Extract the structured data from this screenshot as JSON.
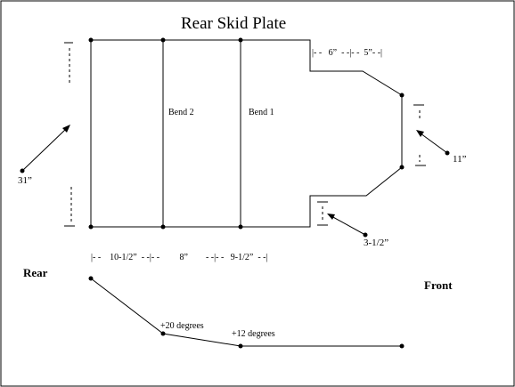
{
  "title": "Rear Skid Plate",
  "bend_labels": {
    "bend2": "Bend 2",
    "bend1": "Bend 1"
  },
  "dimensions": {
    "left_height": "31”",
    "front_height": "11”",
    "notch_height": "3-1/2”",
    "top_widths": "|- -   6”  - -|- -  5”- -|",
    "bottom_widths": "|- -    10-1/2”  - -|- -         8”        - -|- -   9-1/2”  - -|"
  },
  "profile": {
    "rear_label": "Rear",
    "front_label": "Front",
    "angle1": "+20 degrees",
    "angle2": "+12 degrees"
  },
  "colors": {
    "line": "#000000",
    "background": "#ffffff"
  }
}
